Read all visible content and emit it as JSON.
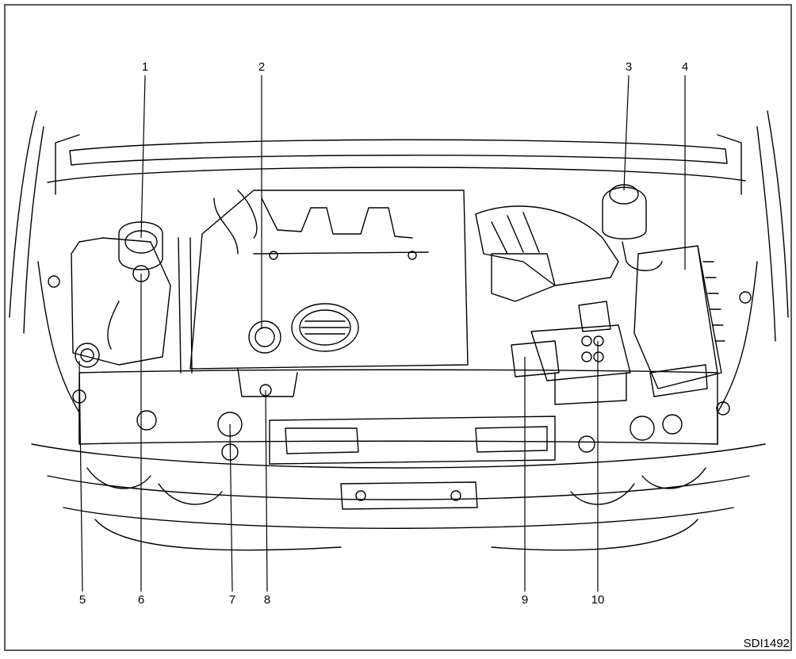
{
  "callouts": [
    {
      "label": "1"
    },
    {
      "label": "2"
    },
    {
      "label": "3"
    },
    {
      "label": "4"
    },
    {
      "label": "5"
    },
    {
      "label": "6"
    },
    {
      "label": "7"
    },
    {
      "label": "8"
    },
    {
      "label": "9"
    },
    {
      "label": "10"
    }
  ],
  "reference_code": "SDI1492"
}
